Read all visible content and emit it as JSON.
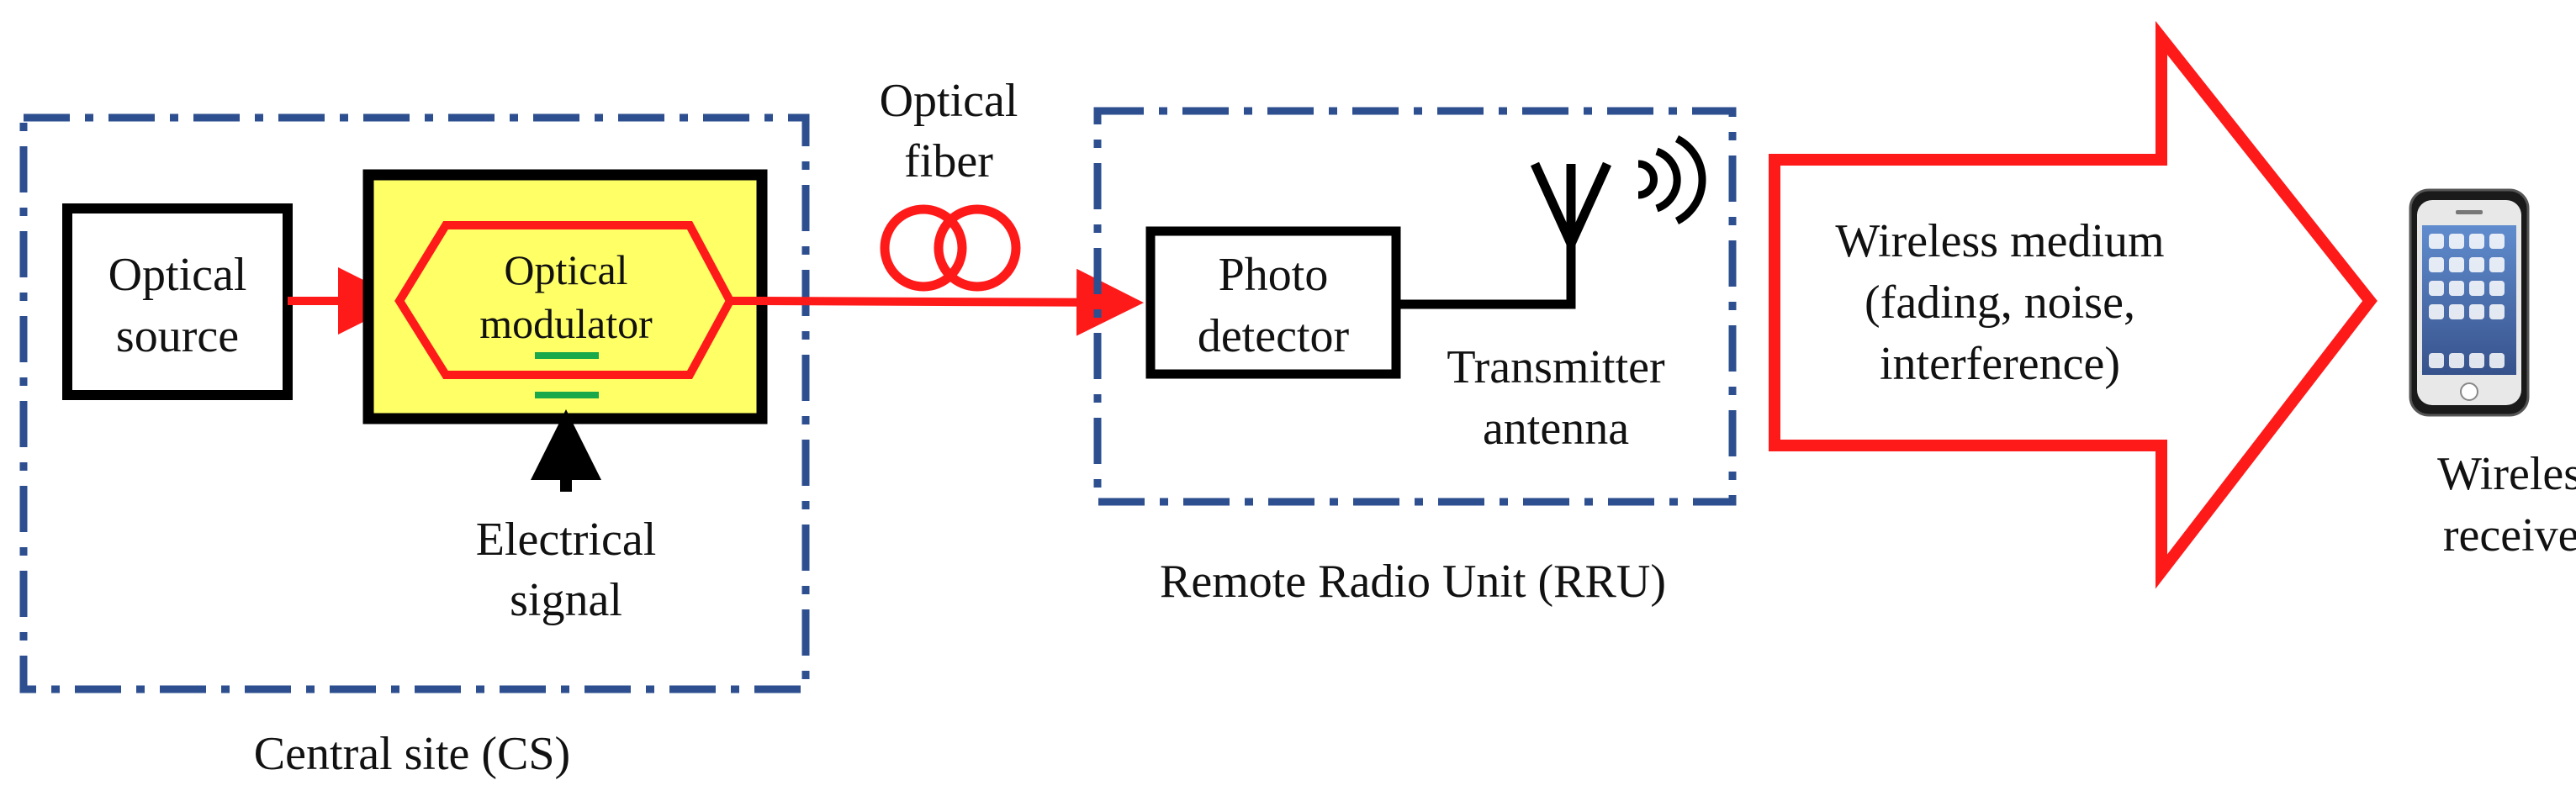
{
  "colors": {
    "dashed_border": "#2e4f8f",
    "signal_red": "#ff1a1a",
    "modulator_fill": "#ffff66",
    "electrode_green": "#19a84a",
    "box_black": "#000000"
  },
  "central_site": {
    "caption": "Central site (CS)",
    "optical_source": {
      "line1": "Optical",
      "line2": "source"
    },
    "optical_modulator": {
      "line1": "Optical",
      "line2": "modulator"
    },
    "electrical_signal": {
      "line1": "Electrical",
      "line2": "signal"
    }
  },
  "optical_fiber": {
    "line1": "Optical",
    "line2": "fiber"
  },
  "rru": {
    "caption": "Remote Radio Unit (RRU)",
    "photo_detector": {
      "line1": "Photo",
      "line2": "detector"
    },
    "transmitter_antenna": {
      "line1": "Transmitter",
      "line2": "antenna"
    }
  },
  "wireless_medium": {
    "line1": "Wireless medium",
    "line2": "(fading, noise,",
    "line3": "interference)"
  },
  "wireless_receiver": {
    "line1": "Wireless",
    "line2": "receiver",
    "icon": "smartphone-icon"
  }
}
